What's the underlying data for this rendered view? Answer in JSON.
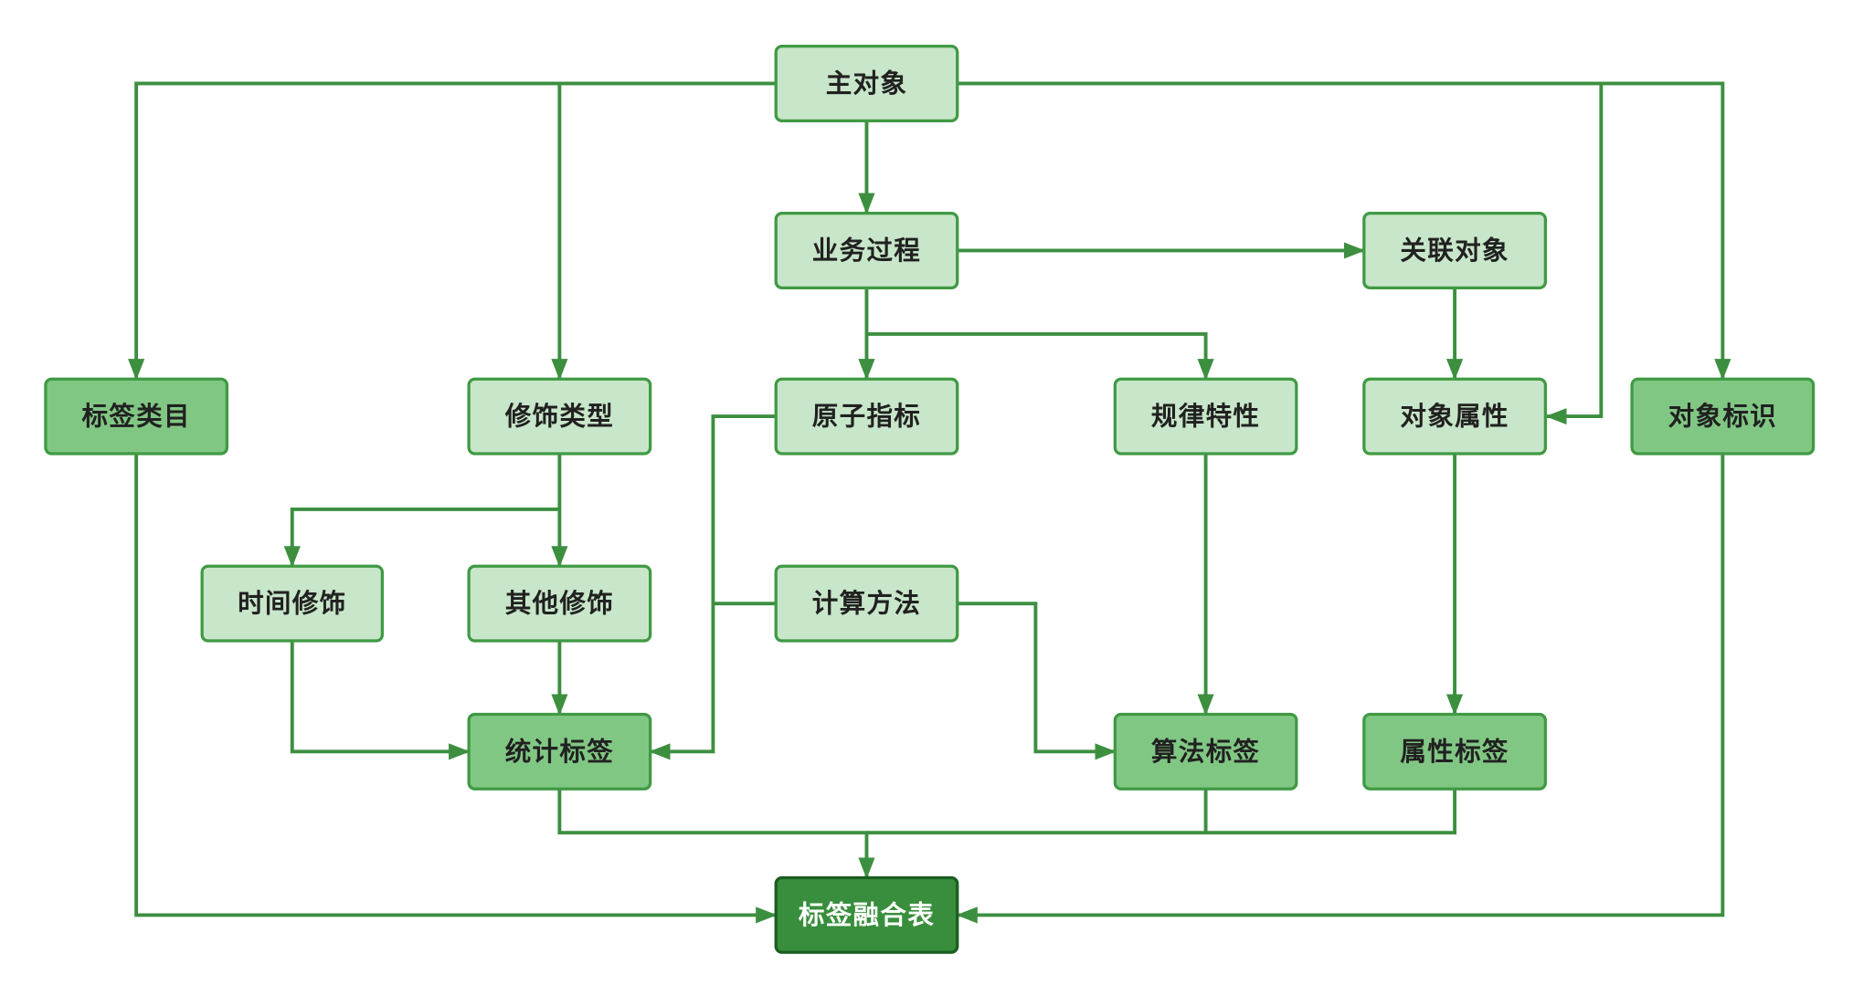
{
  "nodes": {
    "main_object": "主对象",
    "business_process": "业务过程",
    "related_object": "关联对象",
    "tag_category": "标签类目",
    "modifier_type": "修饰类型",
    "atomic_metric": "原子指标",
    "pattern_feature": "规律特性",
    "object_attribute": "对象属性",
    "object_identifier": "对象标识",
    "time_modifier": "时间修饰",
    "other_modifier": "其他修饰",
    "calc_method": "计算方法",
    "stat_tag": "统计标签",
    "algo_tag": "算法标签",
    "attr_tag": "属性标签",
    "fusion_table": "标签融合表"
  },
  "colors": {
    "light_fill": "#c8e6c9",
    "medium_fill": "#81c784",
    "dark_fill": "#388e3c",
    "border": "#3f9a43",
    "dark_border": "#1b5e20",
    "line": "#3d8f40",
    "text": "#212121",
    "dark_text": "#ffffff",
    "background": "#ffffff"
  }
}
